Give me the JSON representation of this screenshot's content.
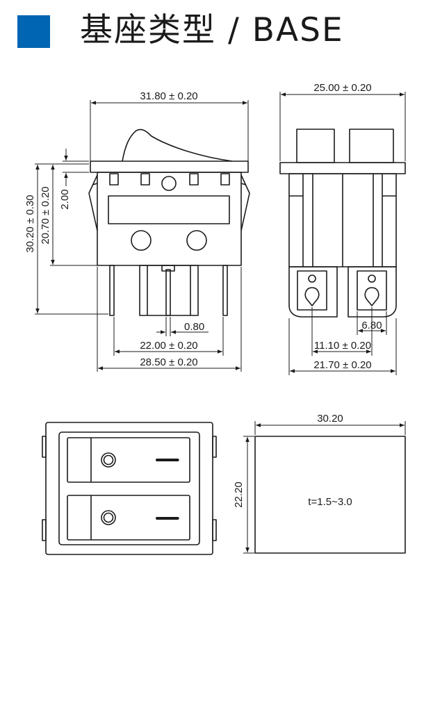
{
  "header": {
    "title": "基座类型 / BASE",
    "accent_color": "#0066b3"
  },
  "dimensions": {
    "front_width": "31.80 ± 0.20",
    "side_width": "25.00 ± 0.20",
    "total_height": "30.20 ± 0.30",
    "body_height": "20.70 ± 0.20",
    "flange_thickness": "2.00",
    "pin_width": "0.80",
    "inner_pin_span": "22.00 ± 0.20",
    "outer_pin_span": "28.50 ± 0.20",
    "terminal_width": "6.80",
    "terminal_spacing": "11.10 ± 0.20",
    "side_base_width": "21.70 ± 0.20",
    "cutout_width": "30.20",
    "cutout_height": "22.20",
    "panel_thickness": "t=1.5~3.0"
  },
  "colors": {
    "line": "#1a1a1a"
  }
}
